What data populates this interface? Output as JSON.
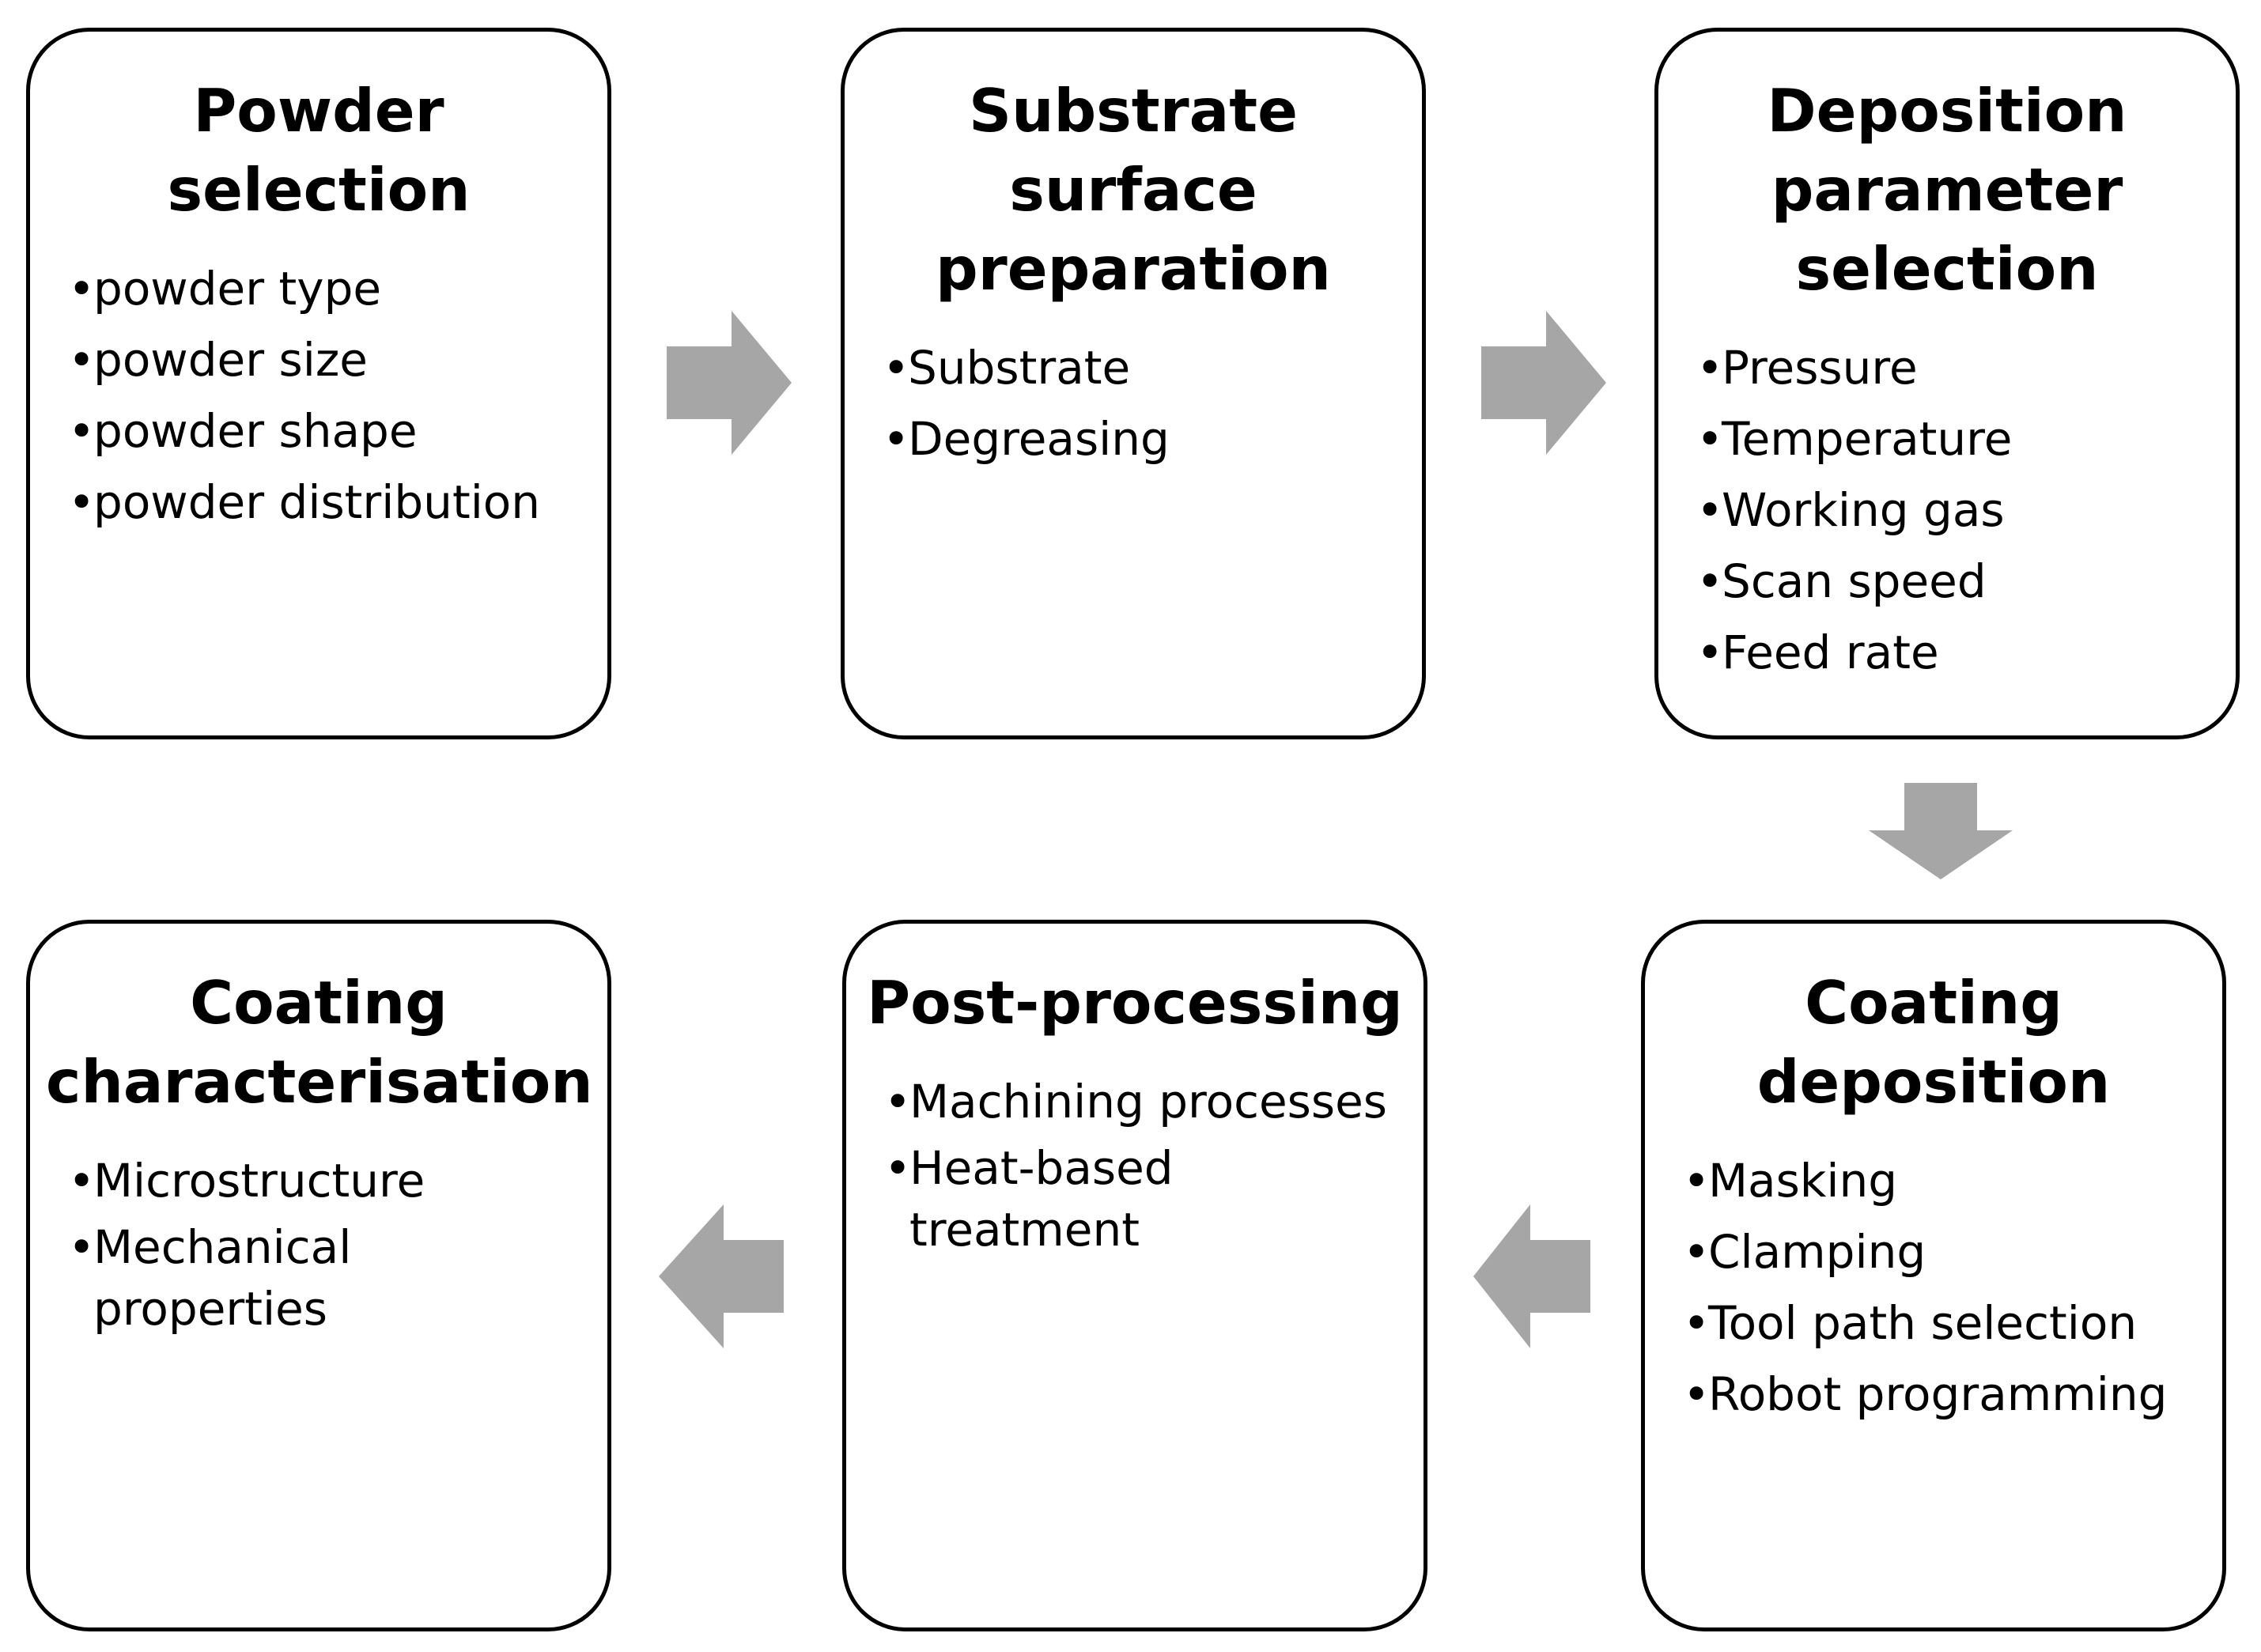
{
  "colors": {
    "arrow": "#a6a6a6",
    "box_border": "#000000",
    "text": "#000000"
  },
  "boxes": [
    {
      "title": [
        "Powder",
        "selection"
      ],
      "items": [
        "powder type",
        "powder size",
        "powder shape",
        "powder distribution"
      ]
    },
    {
      "title": [
        "Substrate",
        "surface",
        "preparation"
      ],
      "items": [
        "Substrate",
        "Degreasing"
      ]
    },
    {
      "title": [
        "Deposition",
        "parameter",
        "selection"
      ],
      "items": [
        "Pressure",
        "Temperature",
        "Working gas",
        "Scan speed",
        "Feed rate"
      ]
    },
    {
      "title": [
        "Coating",
        "deposition"
      ],
      "items": [
        "Masking",
        "Clamping",
        "Tool path selection",
        "Robot programming"
      ]
    },
    {
      "title": [
        "Post-processing"
      ],
      "items": [
        "Machining processes",
        "Heat-based treatment"
      ]
    },
    {
      "title": [
        "Coating",
        "characterisation"
      ],
      "items": [
        "Microstructure",
        "Mechanical properties"
      ]
    }
  ],
  "arrows": [
    {
      "icon": "arrow-right-icon",
      "from": "Powder selection",
      "to": "Substrate surface preparation"
    },
    {
      "icon": "arrow-right-icon",
      "from": "Substrate surface preparation",
      "to": "Deposition parameter selection"
    },
    {
      "icon": "arrow-down-icon",
      "from": "Deposition parameter selection",
      "to": "Coating deposition"
    },
    {
      "icon": "arrow-left-icon",
      "from": "Coating deposition",
      "to": "Post-processing"
    },
    {
      "icon": "arrow-left-icon",
      "from": "Post-processing",
      "to": "Coating characterisation"
    }
  ]
}
